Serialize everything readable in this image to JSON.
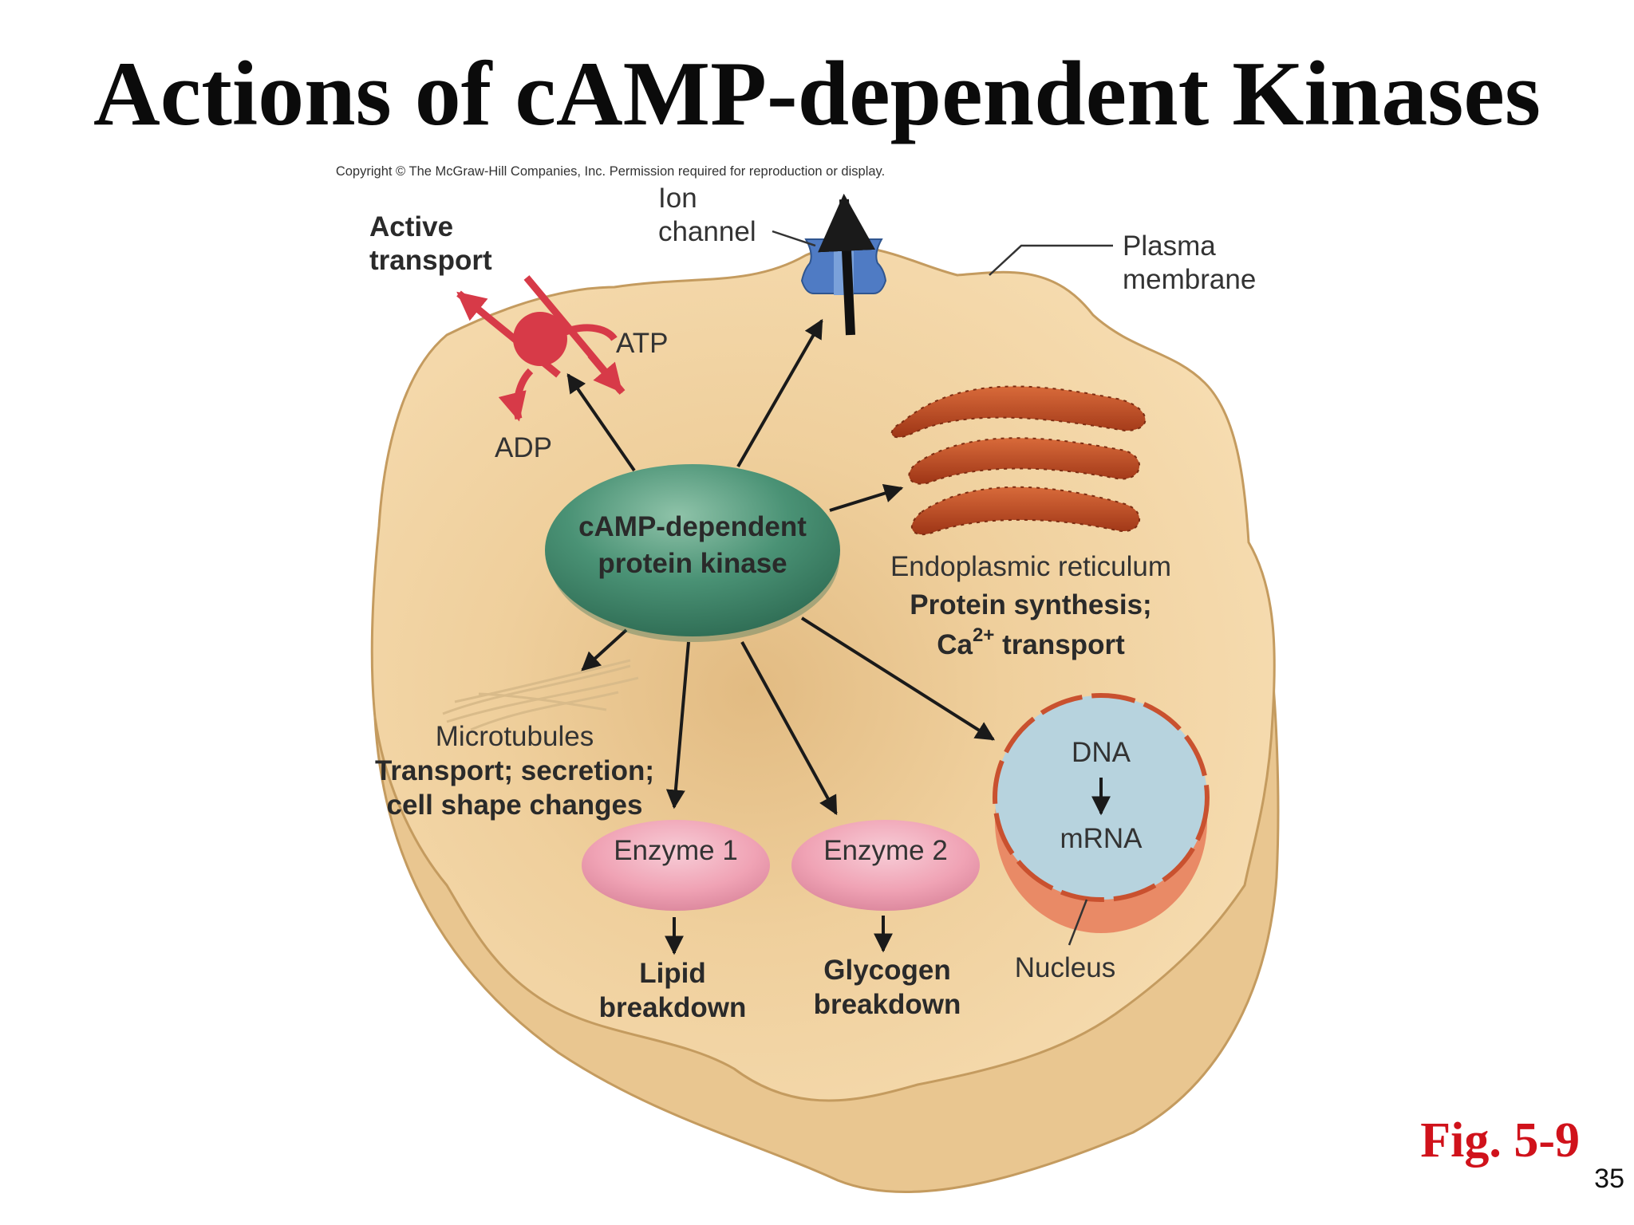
{
  "title": "Actions of cAMP-dependent Kinases",
  "copyright": "Copyright © The McGraw-Hill Companies, Inc. Permission required for reproduction or display.",
  "labels": {
    "active_transport_1": "Active",
    "active_transport_2": "transport",
    "atp": "ATP",
    "adp": "ADP",
    "ion_channel_1": "Ion",
    "ion_channel_2": "channel",
    "plasma_membrane_1": "Plasma",
    "plasma_membrane_2": "membrane",
    "kinase_1": "cAMP-dependent",
    "kinase_2": "protein kinase",
    "er_name": "Endoplasmic reticulum",
    "er_function_1": "Protein synthesis;",
    "er_function_2_prefix": "Ca",
    "er_function_2_sup": "2+",
    "er_function_2_suffix": " transport",
    "microtubules": "Microtubules",
    "microtubules_function_1": "Transport; secretion;",
    "microtubules_function_2": "cell shape changes",
    "enzyme_1": "Enzyme 1",
    "enzyme_2": "Enzyme 2",
    "lipid_1": "Lipid",
    "lipid_2": "breakdown",
    "glycogen_1": "Glycogen",
    "glycogen_2": "breakdown",
    "dna": "DNA",
    "mrna": "mRNA",
    "nucleus": "Nucleus"
  },
  "fig_label": "Fig. 5-9",
  "page_number": "35",
  "colors": {
    "title": "#0b0b0b",
    "fig_label": "#d0121b",
    "cell_fill": "#f3d5a6",
    "cell_edge": "#c9a36a",
    "kinase": "#3f8a6c",
    "pump": "#d73a48",
    "ion_channel": "#4f7bc4",
    "er": "#b2431d",
    "enzyme": "#f0a3b5",
    "nucleus": "#b7d3de",
    "nucleus_rim": "#d76a4b"
  }
}
